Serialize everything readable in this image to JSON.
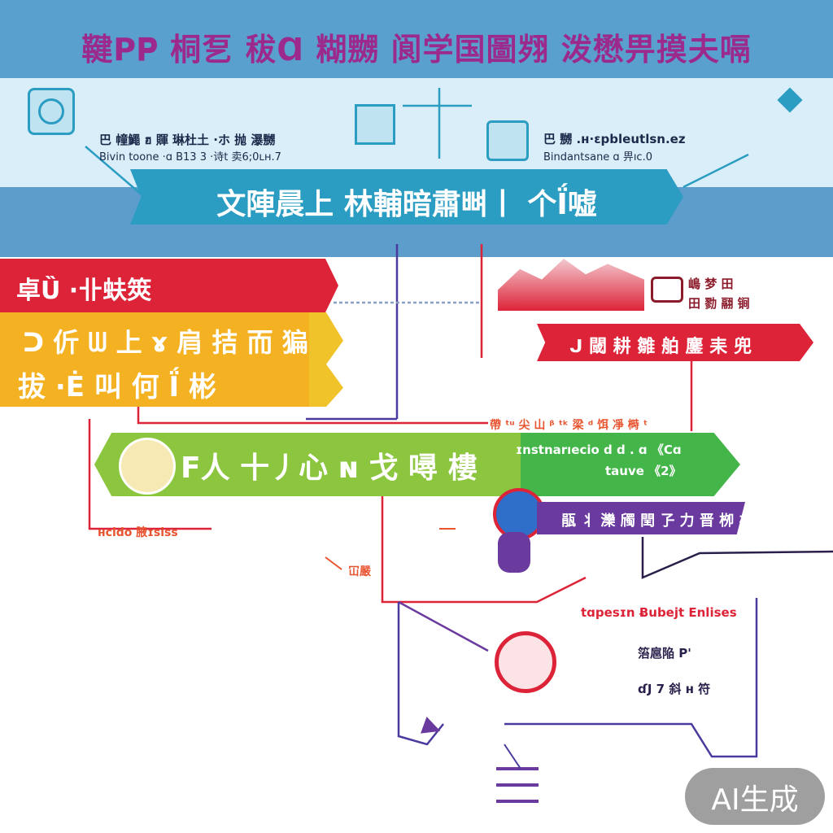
{
  "header": {
    "title": "鞬P𝐏 桐乭 秡Ɑ 糊嬲 阆学国圖翙 泼懋畀摸夫嗝"
  },
  "top_labels": {
    "left_line1": "巴 幢鱦 ฮ 賱 琳杜土 ·ホ 抛 瀑嬲",
    "left_line2": "Bivin toone ·ɑ B13 3 ·诗t 卖6;0ʟʜ.7",
    "right_line1": "巴 嬲 .ʜ·ɛpbleutlsn.ez",
    "right_line2": "Bindantsane ɑ 畀ıc.0"
  },
  "banners": {
    "blue": "文陣晨上 林輔暗肅뼈丨 个Ḯ嘘",
    "red": "卓Ȕ ·卝蚨筴",
    "yellow_line1": "ᑐ 伒 ᗯ 上 ɤ 肩 拮 而 猵",
    "yellow_line2": "拔 ·Ė 叫 何 Ḯ 彬",
    "green": "F人 十丿心 ɴ 戈 噚 樓",
    "green_small1": "ɪnstnarıecio d d . ɑ 《Cɑ",
    "green_small2": "tauve 《2》",
    "red_right": "ᒍ 閾 耕 雛 舶 鏖 耒 兜",
    "purple": "瓹 丬 灤 斶 閏 孒 力 晋 栁 办"
  },
  "labels": {
    "orange_top": "帶 ᵗᵘ 尖 山 ᵝ ᵗᵏ 梁 ᵈ 饵 凈 榯 ᵗ",
    "left_mid": "ʜcldo 腋ɪsiss",
    "orange_small": "冚嚴",
    "red_right_block": "tɑpesɪn Ƀubejt Enlises",
    "dark1": "箈扈陥 P'",
    "dark2": "ɗJ 7 斜 ʜ 符"
  },
  "watermark": "AI生成",
  "colors": {
    "title": "#9c2a8c",
    "red": "#dd2338",
    "yellow": "#f4b223",
    "green": "#8cc63f",
    "blue": "#2b9cc2",
    "purple": "#6a3a9e"
  }
}
